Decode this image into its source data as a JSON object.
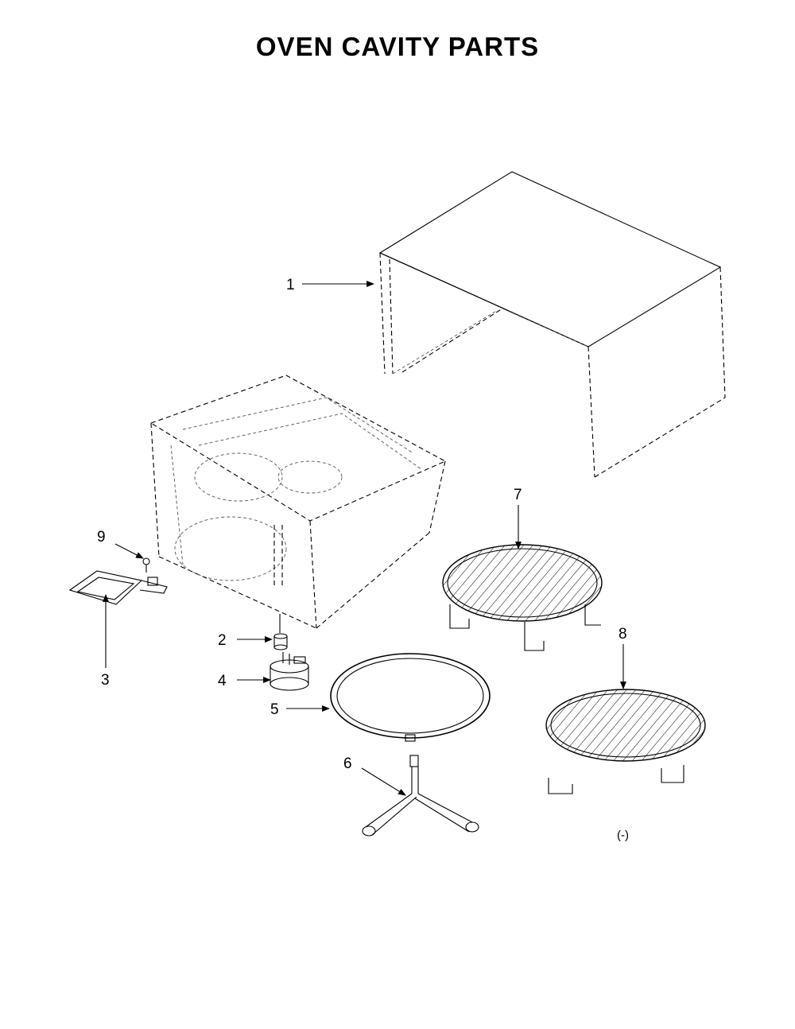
{
  "title": "OVEN CAVITY PARTS",
  "callouts": [
    "1",
    "2",
    "3",
    "4",
    "5",
    "6",
    "7",
    "8",
    "9"
  ],
  "footer_mark": "(-)"
}
